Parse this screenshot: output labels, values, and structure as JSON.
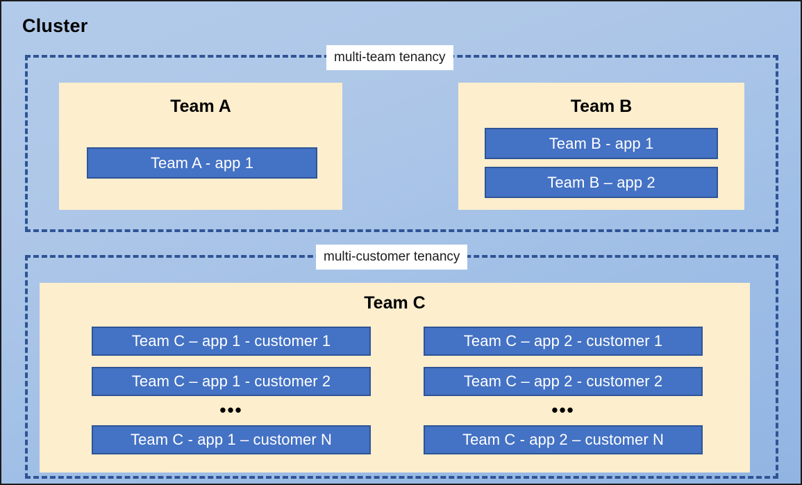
{
  "diagram": {
    "title": "Cluster",
    "colors": {
      "background_top": "#b3cbea",
      "background_bottom": "#91b4e2",
      "dashed_border": "#2f5496",
      "team_box_fill": "#fdeecd",
      "app_box_fill": "#4472c4",
      "app_box_border": "#2f5496",
      "app_box_text": "#ffffff",
      "label_background": "#ffffff",
      "title_text": "#000000"
    },
    "groups": [
      {
        "id": "multi-team",
        "label": "multi-team tenancy",
        "teams": [
          {
            "id": "team-a",
            "title": "Team A",
            "apps": [
              {
                "id": "app-a1",
                "label": "Team A - app 1"
              }
            ]
          },
          {
            "id": "team-b",
            "title": "Team B",
            "apps": [
              {
                "id": "app-b1",
                "label": "Team B - app 1"
              },
              {
                "id": "app-b2",
                "label": "Team B – app 2"
              }
            ]
          }
        ]
      },
      {
        "id": "multi-customer",
        "label": "multi-customer tenancy",
        "teams": [
          {
            "id": "team-c",
            "title": "Team C",
            "ellipsis": "•••",
            "columns": [
              {
                "id": "app-1-column",
                "apps": [
                  {
                    "id": "app-c1-cust1",
                    "label": "Team C – app 1 - customer 1"
                  },
                  {
                    "id": "app-c1-cust2",
                    "label": "Team C – app 1 - customer 2"
                  },
                  {
                    "id": "app-c1-custN",
                    "label": "Team C - app 1 – customer N"
                  }
                ]
              },
              {
                "id": "app-2-column",
                "apps": [
                  {
                    "id": "app-c2-cust1",
                    "label": "Team C – app 2 - customer 1"
                  },
                  {
                    "id": "app-c2-cust2",
                    "label": "Team C – app 2 - customer 2"
                  },
                  {
                    "id": "app-c2-custN",
                    "label": "Team C - app 2 – customer N"
                  }
                ]
              }
            ]
          }
        ]
      }
    ]
  }
}
